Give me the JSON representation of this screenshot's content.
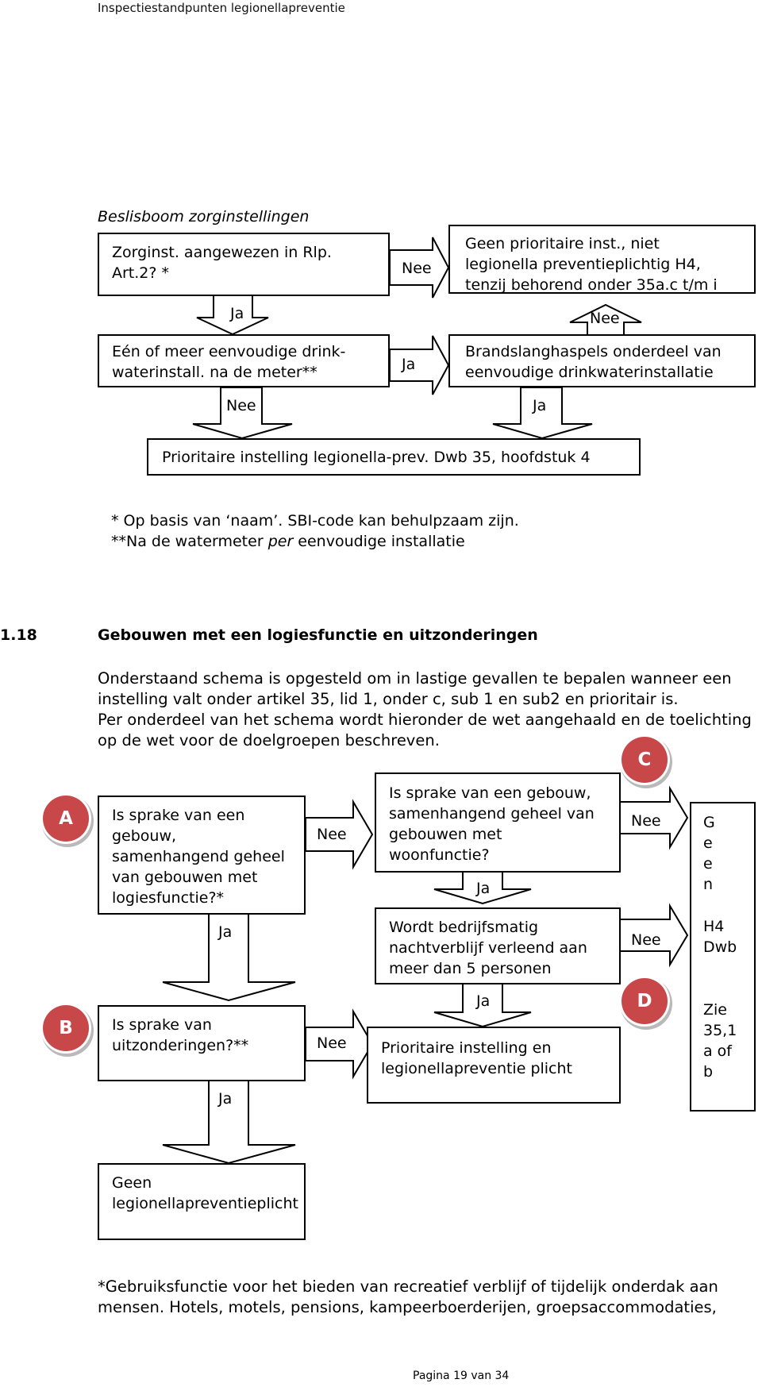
{
  "header": {
    "title": "Inspectiestandpunten legionellapreventie"
  },
  "tree1": {
    "heading": "Beslisboom zorginstellingen",
    "box_q1": [
      "Zorginst. aangewezen in Rlp.",
      "Art.2? *"
    ],
    "box_not_priority": [
      "Geen prioritaire inst., niet",
      "legionella preventieplichtig H4,",
      "tenzij behorend onder 35a.c t/m i"
    ],
    "box_q2": [
      "Eén of meer eenvoudige drink-",
      "waterinstall. na de meter**"
    ],
    "box_q3": [
      "Brandslanghaspels onderdeel van",
      "eenvoudige drinkwaterinstallatie"
    ],
    "box_priority": "Prioritaire instelling legionella-prev. Dwb 35, hoofdstuk 4",
    "labels": {
      "q1_right": "Nee",
      "q1_down": "Ja",
      "q3_up": "Nee",
      "q2_right": "Ja",
      "q2_down": "Nee",
      "q3_down": "Ja"
    },
    "notes": {
      "note1": "* Op basis van ‘naam’. SBI-code kan behulpzaam zijn.",
      "note2_pre": "**Na de watermeter ",
      "note2_em": "per",
      "note2_post": " eenvoudige installatie"
    }
  },
  "section": {
    "number": "1.18",
    "title": "Gebouwen met een logiesfunctie en uitzonderingen",
    "paragraph": [
      "Onderstaand schema is opgesteld om in lastige gevallen te bepalen wanneer een",
      "instelling valt onder artikel 35, lid 1, onder c, sub 1 en sub2 en prioritair is.",
      "Per onderdeel van het schema wordt hieronder de wet aangehaald en de toelichting",
      "op de wet voor de doelgroepen beschreven."
    ]
  },
  "tree2": {
    "markers": {
      "a": "A",
      "b": "B",
      "c": "C",
      "d": "D"
    },
    "box_a": [
      "Is sprake van een",
      "gebouw,",
      "samenhangend geheel",
      "van gebouwen met",
      "logiesfunctie?*"
    ],
    "box_c": [
      "Is sprake van een gebouw,",
      "samenhangend geheel van",
      "gebouwen met",
      "woonfunctie?"
    ],
    "box_d": [
      "Wordt bedrijfsmatig",
      "nachtverblijf verleend aan",
      "meer dan 5 personen"
    ],
    "box_b": [
      "Is sprake van",
      "uitzonderingen?**"
    ],
    "box_priority": [
      "Prioritaire instelling en",
      "legionellapreventie plicht"
    ],
    "box_none": [
      "Geen",
      "legionellapreventieplicht"
    ],
    "box_right": [
      "G",
      "e",
      "e",
      "n",
      "",
      "H4",
      "Dwb",
      "",
      "Zie",
      "35,1",
      "a of",
      "b"
    ],
    "labels": {
      "a_right": "Nee",
      "a_down": "Ja",
      "c_right": "Nee",
      "c_down": "Ja",
      "d_right": "Nee",
      "d_down": "Ja",
      "b_right": "Nee",
      "b_down": "Ja"
    }
  },
  "footnote": [
    "*Gebruiksfunctie voor het bieden van recreatief verblijf of tijdelijk onderdak aan",
    "mensen. Hotels, motels, pensions, kampeerboerderijen, groepsaccommodaties,"
  ],
  "footer": {
    "page": "Pagina 19 van 34"
  }
}
